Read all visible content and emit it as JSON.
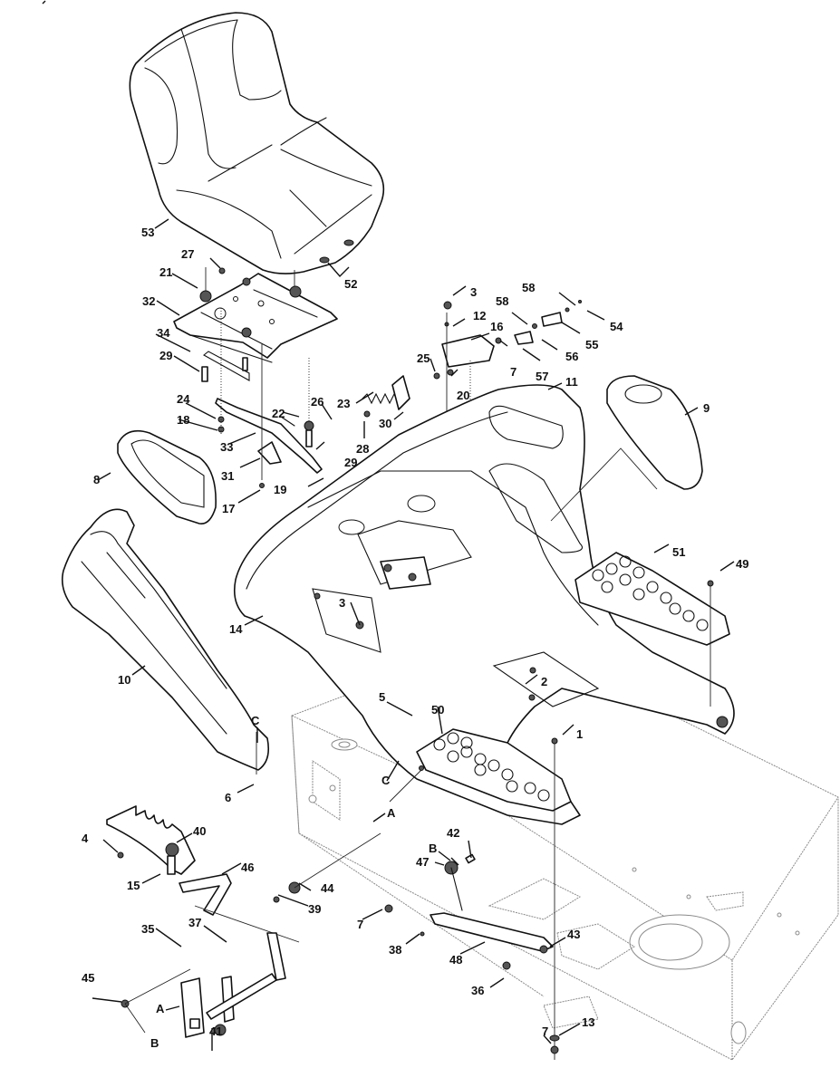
{
  "diagram": {
    "title": "",
    "type": "exploded-parts-view",
    "subject": "Lawn tractor seat, fender, footrest and seat-switch assembly",
    "callouts": [
      {
        "id": "53",
        "label": "53"
      },
      {
        "id": "27",
        "label": "27"
      },
      {
        "id": "21",
        "label": "21"
      },
      {
        "id": "52",
        "label": "52"
      },
      {
        "id": "32",
        "label": "32"
      },
      {
        "id": "34",
        "label": "34"
      },
      {
        "id": "29a",
        "label": "29"
      },
      {
        "id": "24",
        "label": "24"
      },
      {
        "id": "18",
        "label": "18"
      },
      {
        "id": "33",
        "label": "33"
      },
      {
        "id": "22",
        "label": "22"
      },
      {
        "id": "26",
        "label": "26"
      },
      {
        "id": "23",
        "label": "23"
      },
      {
        "id": "30",
        "label": "30"
      },
      {
        "id": "28",
        "label": "28"
      },
      {
        "id": "29b",
        "label": "29"
      },
      {
        "id": "31",
        "label": "31"
      },
      {
        "id": "19",
        "label": "19"
      },
      {
        "id": "17",
        "label": "17"
      },
      {
        "id": "8",
        "label": "8"
      },
      {
        "id": "3a",
        "label": "3"
      },
      {
        "id": "12",
        "label": "12"
      },
      {
        "id": "16",
        "label": "16"
      },
      {
        "id": "25",
        "label": "25"
      },
      {
        "id": "20",
        "label": "20"
      },
      {
        "id": "7a",
        "label": "7"
      },
      {
        "id": "58a",
        "label": "58"
      },
      {
        "id": "58b",
        "label": "58"
      },
      {
        "id": "54",
        "label": "54"
      },
      {
        "id": "55",
        "label": "55"
      },
      {
        "id": "56",
        "label": "56"
      },
      {
        "id": "57",
        "label": "57"
      },
      {
        "id": "11",
        "label": "11"
      },
      {
        "id": "9",
        "label": "9"
      },
      {
        "id": "51",
        "label": "51"
      },
      {
        "id": "49",
        "label": "49"
      },
      {
        "id": "14",
        "label": "14"
      },
      {
        "id": "3b",
        "label": "3"
      },
      {
        "id": "10",
        "label": "10"
      },
      {
        "id": "2",
        "label": "2"
      },
      {
        "id": "5",
        "label": "5"
      },
      {
        "id": "50",
        "label": "50"
      },
      {
        "id": "1",
        "label": "1"
      },
      {
        "id": "6",
        "label": "6"
      },
      {
        "id": "4",
        "label": "4"
      },
      {
        "id": "40",
        "label": "40"
      },
      {
        "id": "15",
        "label": "15"
      },
      {
        "id": "46",
        "label": "46"
      },
      {
        "id": "39",
        "label": "39"
      },
      {
        "id": "44",
        "label": "44"
      },
      {
        "id": "35",
        "label": "35"
      },
      {
        "id": "37",
        "label": "37"
      },
      {
        "id": "45",
        "label": "45"
      },
      {
        "id": "41",
        "label": "41"
      },
      {
        "id": "42",
        "label": "42"
      },
      {
        "id": "47",
        "label": "47"
      },
      {
        "id": "7b",
        "label": "7"
      },
      {
        "id": "38",
        "label": "38"
      },
      {
        "id": "48",
        "label": "48"
      },
      {
        "id": "43",
        "label": "43"
      },
      {
        "id": "36",
        "label": "36"
      },
      {
        "id": "7c",
        "label": "7"
      },
      {
        "id": "13",
        "label": "13"
      }
    ],
    "reference_letters": [
      {
        "id": "C1",
        "label": "C"
      },
      {
        "id": "C2",
        "label": "C"
      },
      {
        "id": "A1",
        "label": "A"
      },
      {
        "id": "A2",
        "label": "A"
      },
      {
        "id": "B1",
        "label": "B"
      },
      {
        "id": "B2",
        "label": "B"
      }
    ],
    "colors": {
      "line": "#111111",
      "frame_line": "#8a8a8a",
      "background": "#ffffff"
    }
  }
}
